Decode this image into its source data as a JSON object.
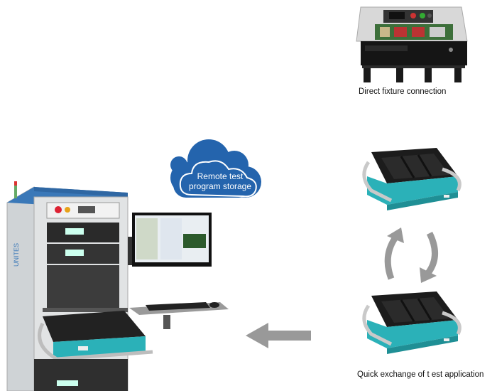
{
  "cloud": {
    "line1": "Remote test",
    "line2": "program storage",
    "color": "#2464ad"
  },
  "captions": {
    "direct": "Direct fixture connection",
    "quick": "Quick exchange of t est application"
  },
  "tester": {
    "brand": "UNITES"
  },
  "colors": {
    "teal": "#2bb1b8",
    "arrow_gray": "#999999",
    "rack_gray": "#dcdcdc",
    "brand_blue": "#3a78b8"
  },
  "icons": {
    "cloud": "cloud-icon",
    "left_arrow": "left-arrow-icon",
    "cycle_arrows": "cycle-arrows-icon"
  }
}
